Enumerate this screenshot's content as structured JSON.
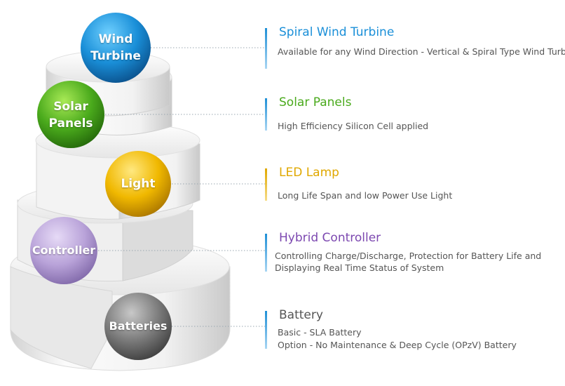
{
  "components": [
    {
      "bubble_label": "Wind Turbine",
      "title": "Spiral Wind Turbine",
      "description": [
        "Available for any Wind Direction - Vertical & Spiral Type Wind Turbin"
      ],
      "color": "#1a8fd8"
    },
    {
      "bubble_label": "Solar Panels",
      "title": "Solar Panels",
      "description": [
        "High Efficiency Silicon Cell applied"
      ],
      "color": "#4aaa1c"
    },
    {
      "bubble_label": "Light",
      "title": "LED Lamp",
      "description": [
        "Long Life Span and low Power Use Light"
      ],
      "color": "#e0a800"
    },
    {
      "bubble_label": "Controller",
      "title": "Hybrid Controller",
      "description": [
        "Controlling Charge/Discharge, Protection for Battery Life and",
        "Displaying Real Time Status of System"
      ],
      "color": "#7c48b0"
    },
    {
      "bubble_label": "Batteries",
      "title": "Battery",
      "description": [
        "Basic - SLA Battery",
        "Option - No Maintenance & Deep Cycle (OPzV) Battery"
      ],
      "color": "#555555"
    }
  ]
}
